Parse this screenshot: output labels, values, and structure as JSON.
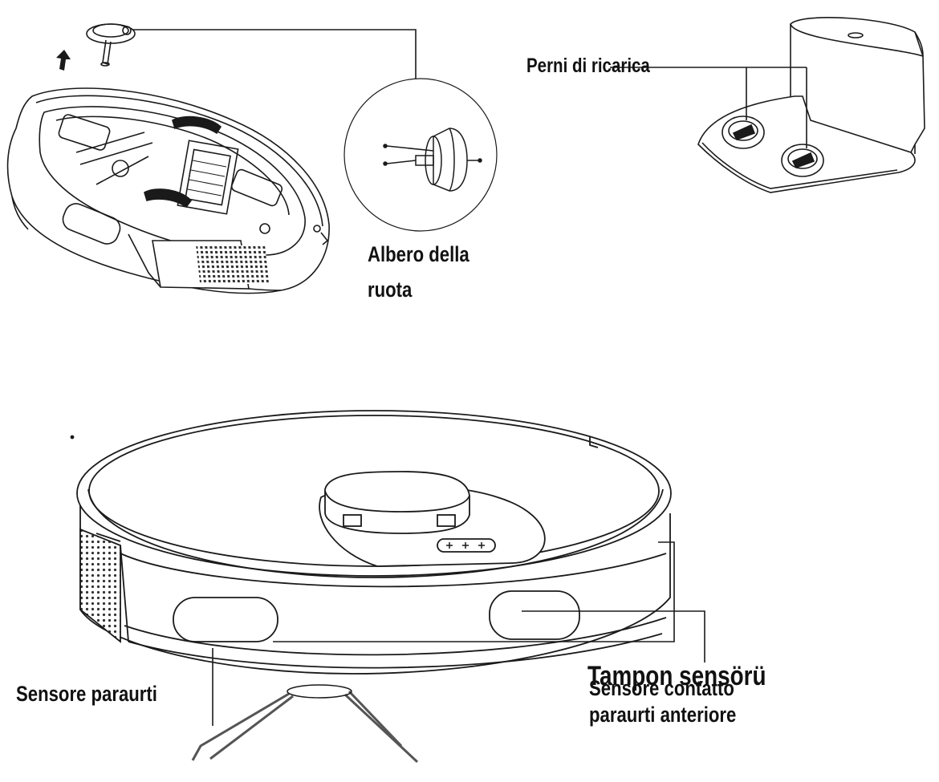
{
  "labels": {
    "charging_pins": "Perni di ricarica",
    "wheel_axle_line1": "Albero della",
    "wheel_axle_line2": "ruota",
    "bumper_sensor": "Sensore paraurti",
    "bumper_sensor_tr": "Tampon sensörü",
    "front_bumper_contact_line1": "Sensore contatto",
    "front_bumper_contact_line2": "paraurti anteriore"
  },
  "colors": {
    "line": "#1a1a1a",
    "text": "#111111",
    "background": "#ffffff",
    "brush": "#555555"
  },
  "icons": [
    "up-arrow-icon"
  ]
}
